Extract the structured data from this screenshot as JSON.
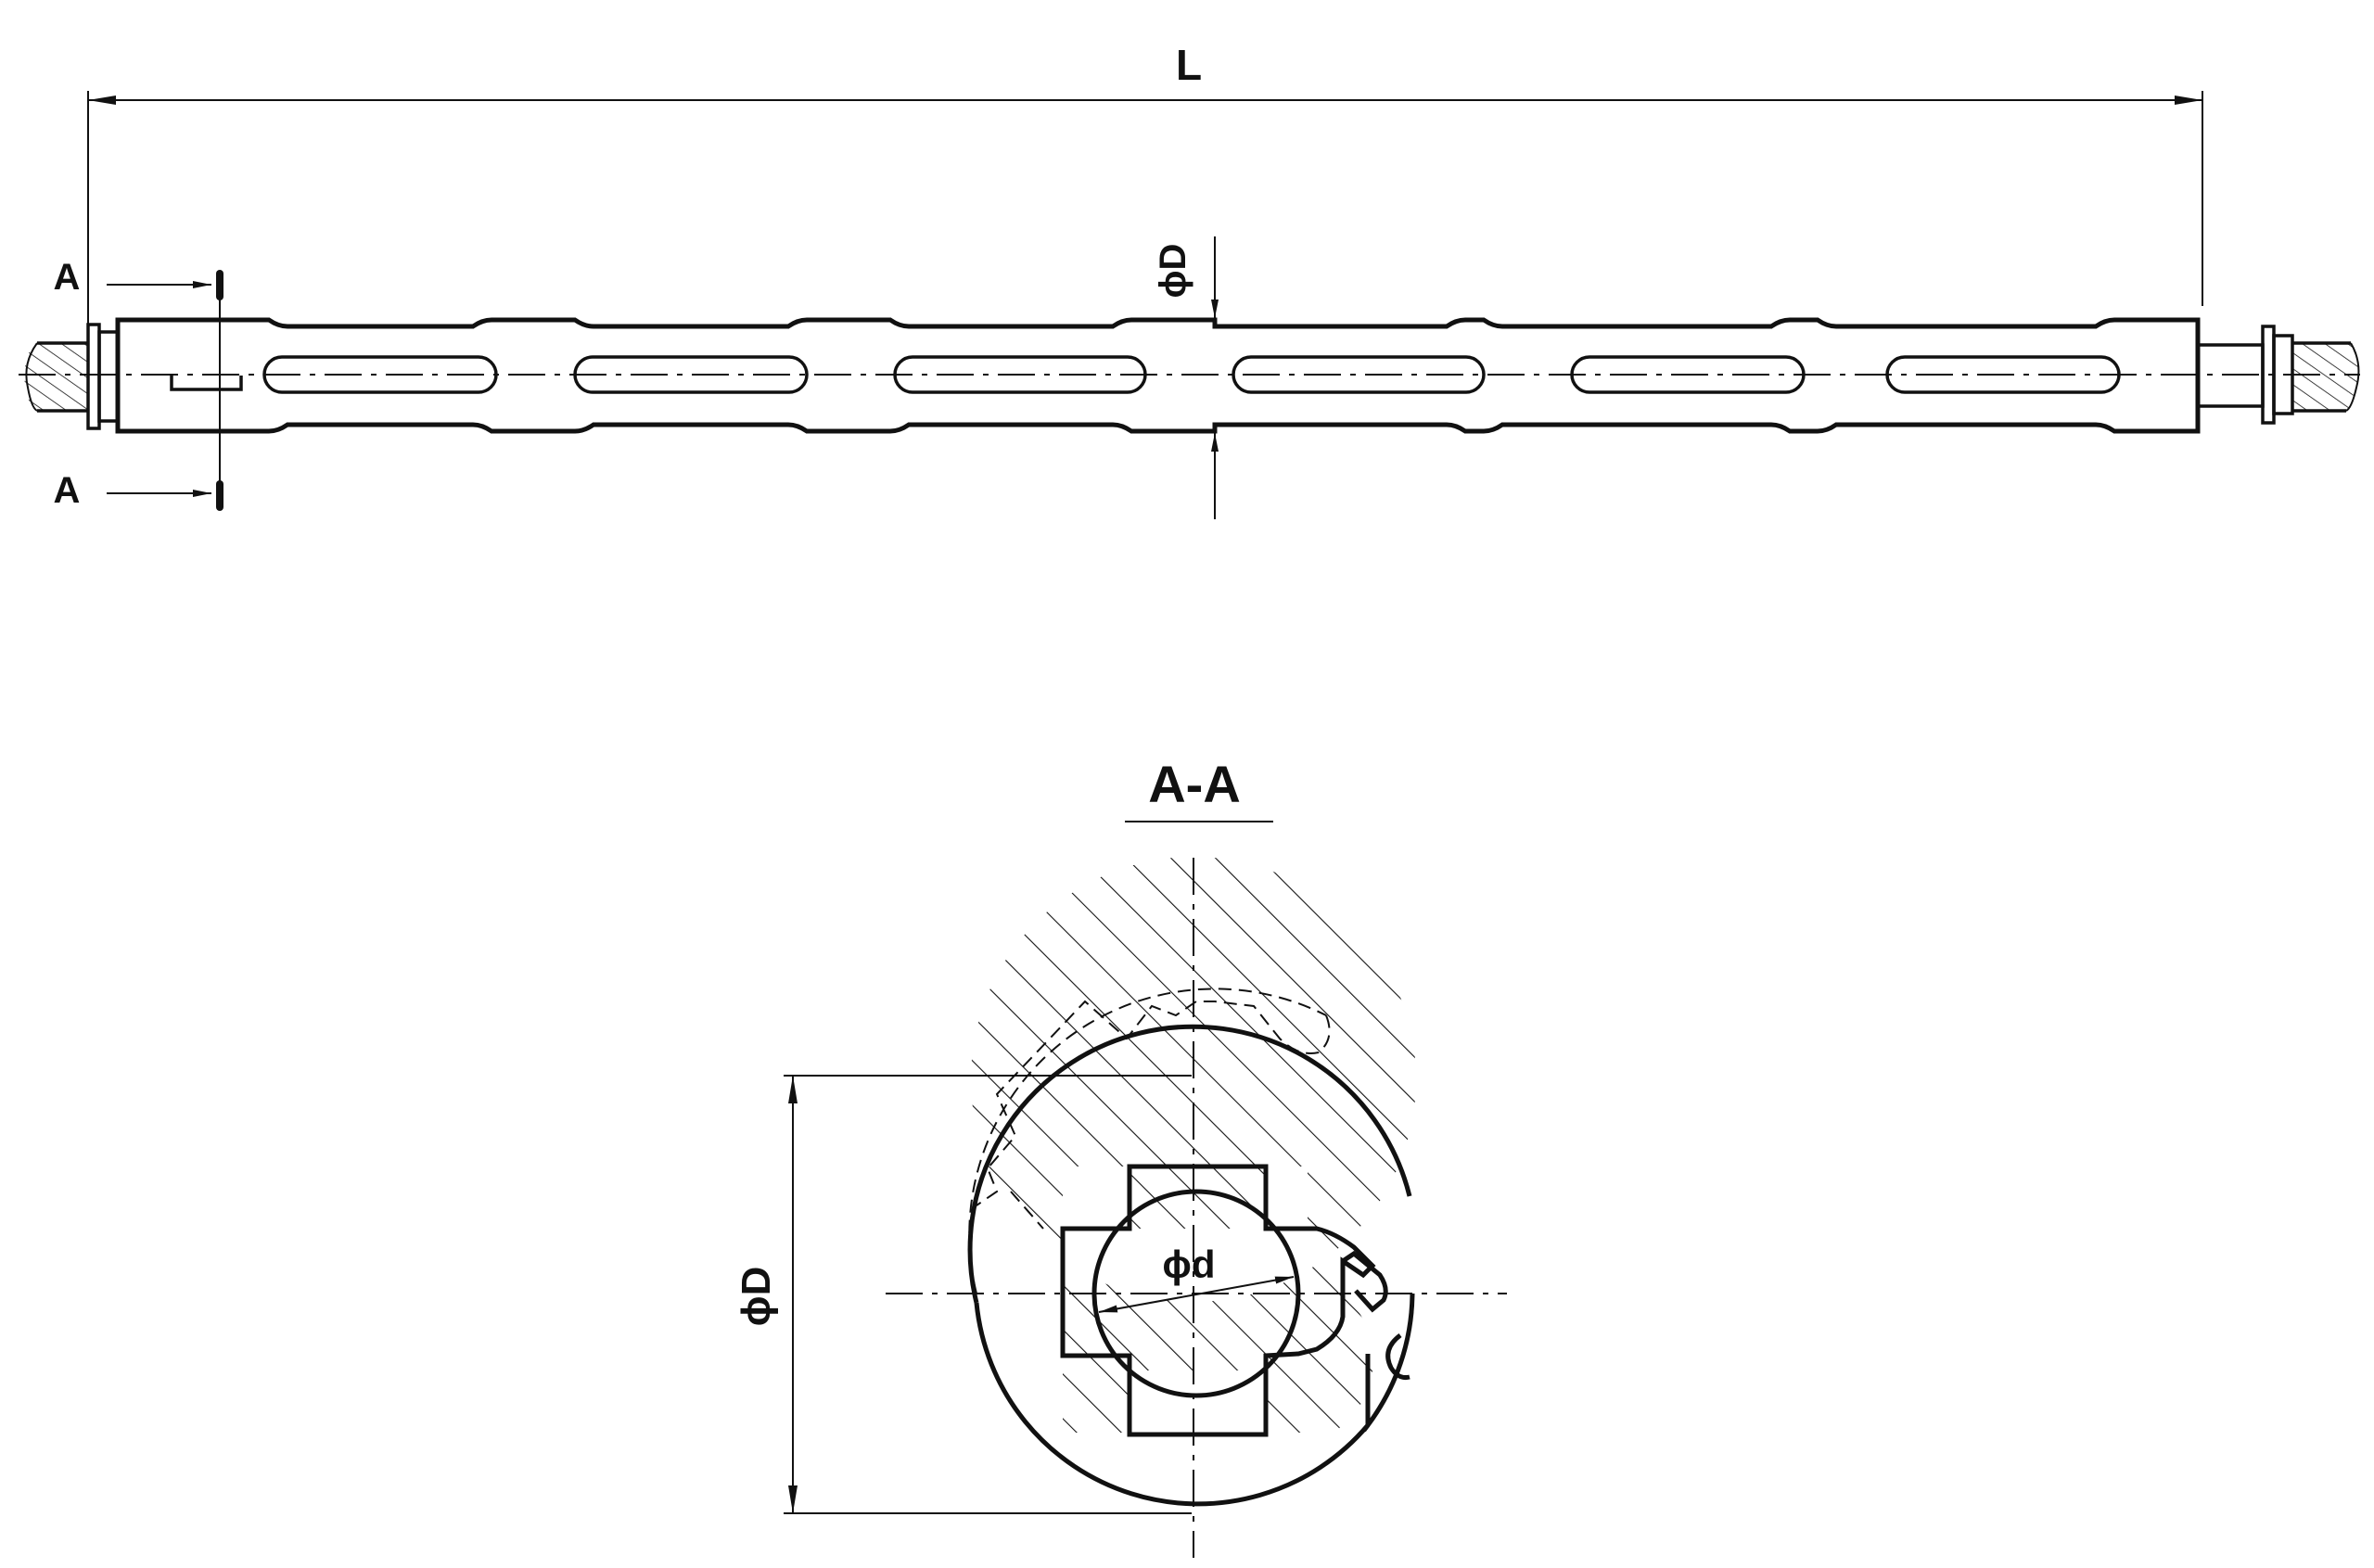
{
  "labels": {
    "length": "L",
    "outer_diameter_side": "ϕD",
    "section_marker_top": "A",
    "section_marker_bottom": "A",
    "section_title": "A-A",
    "outer_diameter_section": "ϕD",
    "inner_diameter": "ϕd"
  },
  "colors": {
    "line": "#111111",
    "background": "#ffffff"
  }
}
